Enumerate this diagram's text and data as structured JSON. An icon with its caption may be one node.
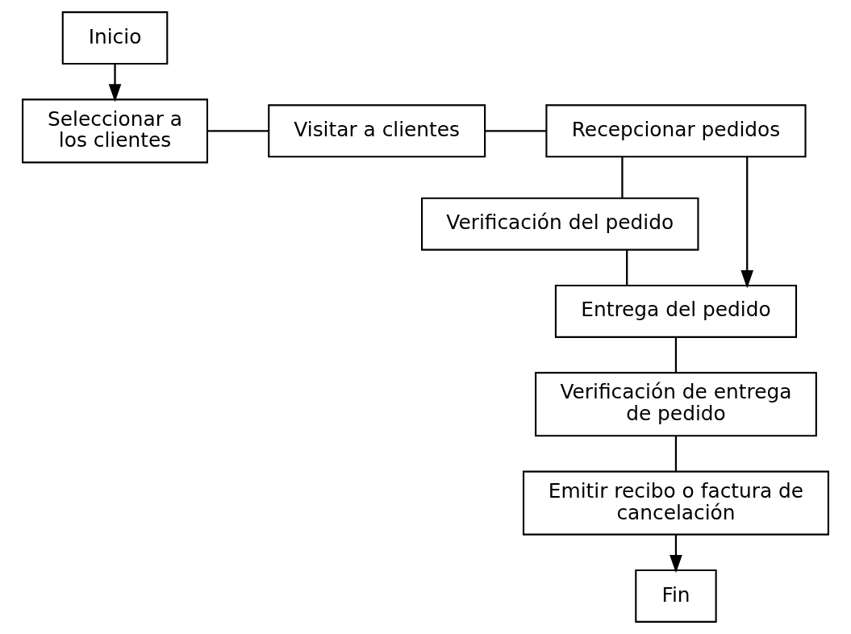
{
  "diagram": {
    "nodes": [
      {
        "text": [
          "Inicio"
        ]
      },
      {
        "text": [
          "Seleccionar a los clientes"
        ]
      },
      {
        "text": [
          "Visitar a clientes"
        ]
      },
      {
        "text": [
          "Recepcionar pedidos"
        ]
      },
      {
        "text": [
          "Verificación del pedido"
        ]
      },
      {
        "text": [
          "Entrega del pedido"
        ]
      },
      {
        "text": [
          "Verificación de entrega de pedido"
        ]
      },
      {
        "text": [
          "Emitir recibo o factura de cancelación"
        ]
      },
      {
        "text": [
          "Fin"
        ]
      }
    ],
    "edges": [
      {
        "from": 0,
        "to": 1,
        "arrow": "to"
      },
      {
        "from": 1,
        "to": 2,
        "arrow": "none"
      },
      {
        "from": 2,
        "to": 3,
        "arrow": "none"
      },
      {
        "from": 3,
        "to": 4,
        "arrow": "none"
      },
      {
        "from": 4,
        "to": 5,
        "arrow": "none"
      },
      {
        "from": 3,
        "to": 5,
        "arrow": "to"
      },
      {
        "from": 5,
        "to": 6,
        "arrow": "none"
      },
      {
        "from": 6,
        "to": 7,
        "arrow": "none"
      },
      {
        "from": 7,
        "to": 8,
        "arrow": "to"
      }
    ]
  }
}
